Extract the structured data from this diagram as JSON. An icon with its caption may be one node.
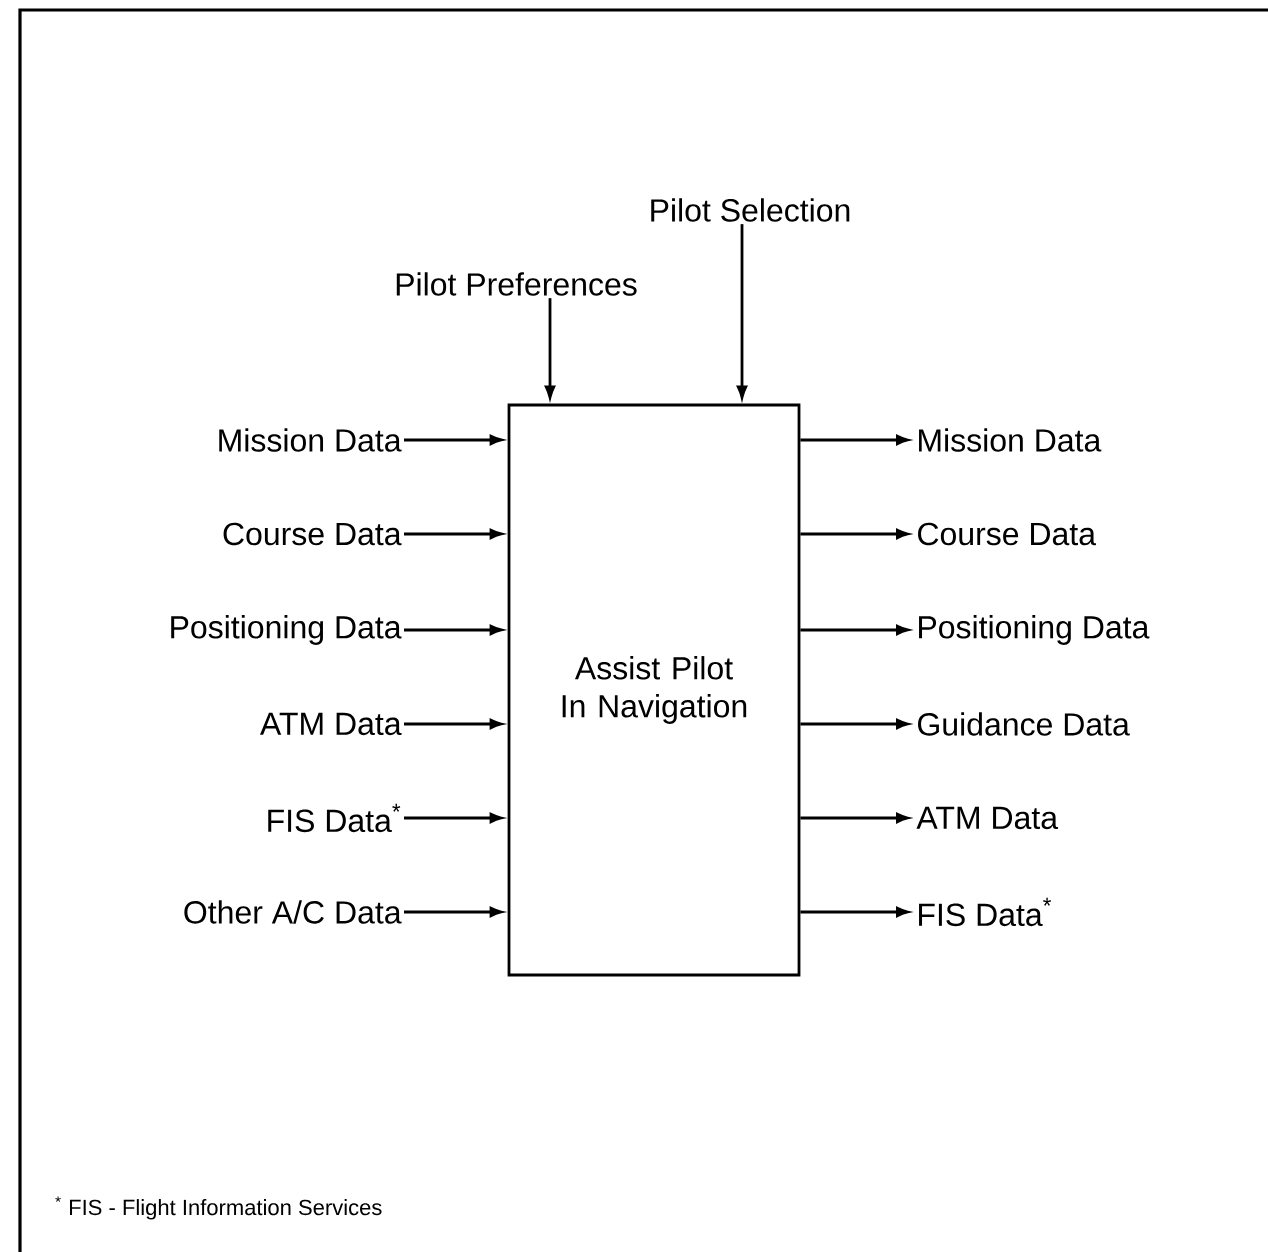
{
  "diagram": {
    "nodes": [
      {
        "text": [
          "Assist Pilot In Navigation"
        ]
      },
      {
        "text": [
          "Pilot Preferences"
        ]
      },
      {
        "text": [
          "Pilot Selection"
        ]
      },
      {
        "text": [
          "Mission Data"
        ]
      },
      {
        "text": [
          "Course Data"
        ]
      },
      {
        "text": [
          "Positioning Data"
        ]
      },
      {
        "text": [
          "ATM Data"
        ]
      },
      {
        "text": [
          "FIS Data$^{*}$"
        ]
      },
      {
        "text": [
          "Other A/C Data"
        ]
      },
      {
        "text": [
          "Mission Data"
        ]
      },
      {
        "text": [
          "Course Data"
        ]
      },
      {
        "text": [
          "Positioning Data"
        ]
      },
      {
        "text": [
          "Guidance Data"
        ]
      },
      {
        "text": [
          "ATM Data"
        ]
      },
      {
        "text": [
          "FIS Data$^{*}$"
        ]
      }
    ],
    "edges": [
      {
        "from": 1,
        "to": 0,
        "arrow": "to"
      },
      {
        "from": 2,
        "to": 0,
        "arrow": "to"
      },
      {
        "from": 3,
        "to": 0,
        "arrow": "to"
      },
      {
        "from": 4,
        "to": 0,
        "arrow": "to"
      },
      {
        "from": 5,
        "to": 0,
        "arrow": "to"
      },
      {
        "from": 6,
        "to": 0,
        "arrow": "to"
      },
      {
        "from": 7,
        "to": 0,
        "arrow": "to"
      },
      {
        "from": 8,
        "to": 0,
        "arrow": "to"
      },
      {
        "from": 0,
        "to": 9,
        "arrow": "to"
      },
      {
        "from": 0,
        "to": 10,
        "arrow": "to"
      },
      {
        "from": 0,
        "to": 11,
        "arrow": "to"
      },
      {
        "from": 0,
        "to": 12,
        "arrow": "to"
      },
      {
        "from": 0,
        "to": 13,
        "arrow": "to"
      },
      {
        "from": 0,
        "to": 14,
        "arrow": "to"
      }
    ],
    "labels": [
      "$^{*}$ FIS - Flight Information Services"
    ]
  }
}
